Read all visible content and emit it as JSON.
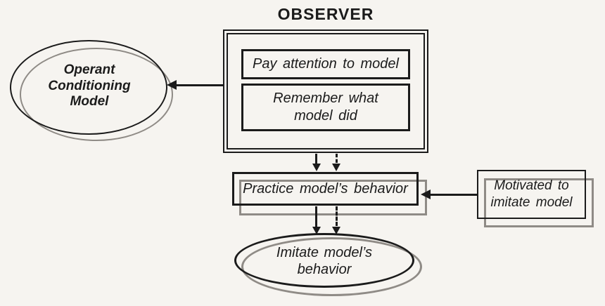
{
  "colors": {
    "ink": "#1b1b1b",
    "shadow": "#8f8b86",
    "background": "#f6f4f0"
  },
  "title": "OBSERVER",
  "observer": {
    "attention_label": "Pay attention to model",
    "remember_lines": [
      "Remember what",
      "model did"
    ]
  },
  "operant_model": {
    "lines": [
      "Operant",
      "Conditioning",
      "Model"
    ]
  },
  "practice": {
    "label": "Practice model’s behavior"
  },
  "motivated": {
    "lines": [
      "Motivated to",
      "imitate model"
    ]
  },
  "imitate": {
    "lines": [
      "Imitate model’s",
      "behavior"
    ]
  }
}
